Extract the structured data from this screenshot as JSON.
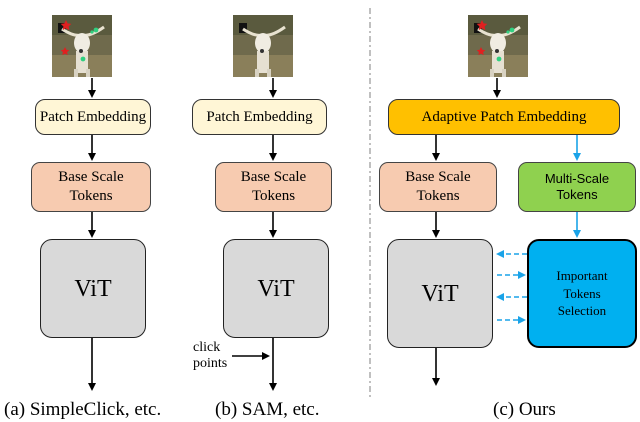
{
  "panel_a": {
    "embedding": "Patch Embedding",
    "tokens_line1": "Base Scale",
    "tokens_line2": "Tokens",
    "vit": "ViT",
    "caption": "(a) SimpleClick, etc."
  },
  "panel_b": {
    "embedding": "Patch Embedding",
    "tokens_line1": "Base Scale",
    "tokens_line2": "Tokens",
    "vit": "ViT",
    "click_line1": "click",
    "click_line2": "points",
    "caption": "(b)  SAM, etc."
  },
  "panel_c": {
    "embedding": "Adaptive Patch Embedding",
    "tokens_line1": "Base Scale",
    "tokens_line2": "Tokens",
    "ms_line1": "Multi-Scale",
    "ms_line2": "Tokens",
    "vit": "ViT",
    "select_line1": "Important",
    "select_line2": "Tokens",
    "select_line3": "Selection",
    "caption": "(c) Ours"
  },
  "colors": {
    "embedding": "#fff6d6",
    "embedding_ours": "#ffc000",
    "tokens": "#f7cbb0",
    "multi_scale": "#8fd14f",
    "vit": "#d9d9d9",
    "selection": "#00b0f0",
    "blue_arrow": "#1aa3e8",
    "click_red": "#e02020",
    "click_green": "#30d080"
  },
  "icons": {
    "thumbnail": "longhorn-cow-photo",
    "click_negative": "red-star-icon",
    "click_positive": "green-dot-icon"
  }
}
